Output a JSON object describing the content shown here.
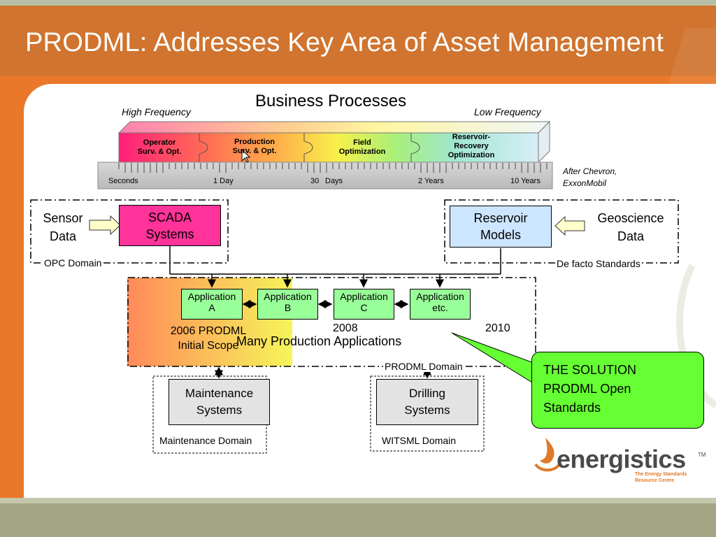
{
  "slide": {
    "title": "PRODML: Addresses Key Area of Asset Management"
  },
  "timeline": {
    "heading": "Business Processes",
    "left_label": "High Frequency",
    "right_label": "Low Frequency",
    "segments": [
      "Operator\nSurv. & Opt.",
      "Production\nSurv. & Opt.",
      "Field\nOptimization",
      "Reservoir-\nRecovery\nOptimization"
    ],
    "scale_labels": [
      "Seconds",
      "1 Day",
      "30",
      "Days",
      "2 Years",
      "10 Years"
    ],
    "credit": "After Chevron,\nExxonMobil"
  },
  "left_group": {
    "sensor_label": "Sensor\nData",
    "scada_label": "SCADA\nSystems",
    "domain_label": "OPC Domain"
  },
  "right_group": {
    "reservoir_label": "Reservoir\nModels",
    "geoscience_label": "Geoscience\nData",
    "domain_label": "De facto Standards"
  },
  "applications": {
    "items": [
      "Application\nA",
      "Application\nB",
      "Application\nC",
      "Application\netc."
    ],
    "scope_label": "2006 PRODML\nInitial Scope",
    "year_2008": "2008",
    "year_2010": "2010",
    "caption": "Many Production Applications",
    "domain_label": "PRODML Domain"
  },
  "maintenance": {
    "label": "Maintenance\nSystems",
    "domain_label": "Maintenance Domain"
  },
  "drilling": {
    "label": "Drilling\nSystems",
    "domain_label": "WITSML Domain"
  },
  "callout": {
    "text": "THE SOLUTION\nPRODML Open\nStandards"
  },
  "logo": {
    "name": "energistics",
    "tm": "TM",
    "tagline": "The Energy Standards\nResource Centre"
  },
  "colors": {
    "title_band": "#d0742f",
    "frame_orange": "#e9782a",
    "scada_magenta": "#ff3399",
    "reservoir_blue": "#cce6ff",
    "app_green": "#99ff99",
    "callout_green": "#66ff33",
    "olive": "#a3a585"
  },
  "icons": [
    "cursor-arrow-icon",
    "block-arrow-right-icon",
    "block-arrow-left-icon",
    "double-arrow-icon",
    "energistics-logo-icon"
  ]
}
